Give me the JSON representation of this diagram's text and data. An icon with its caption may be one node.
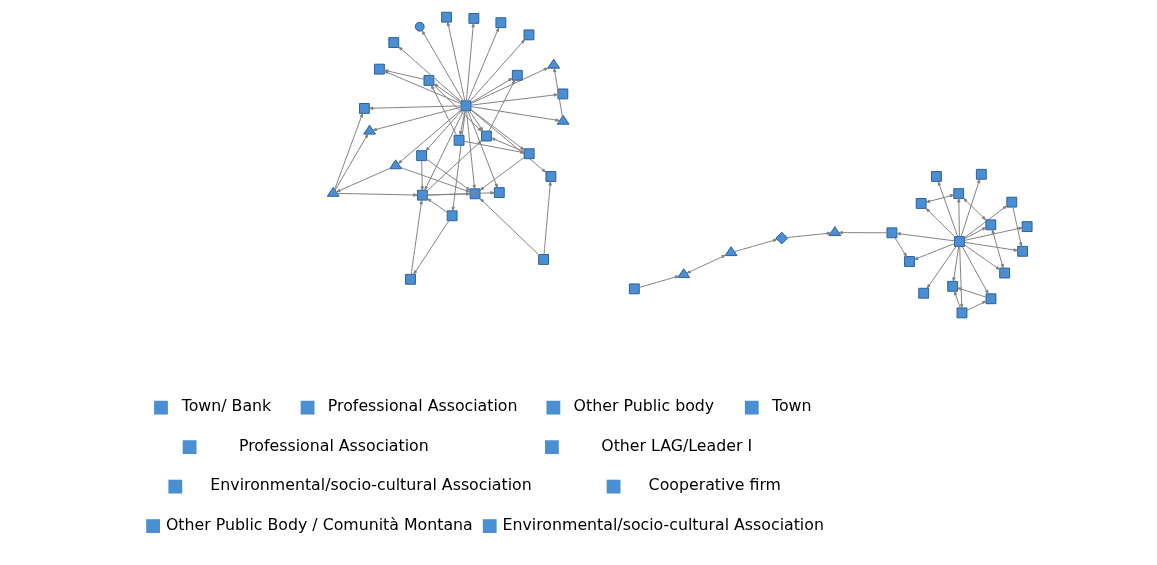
{
  "diagram": {
    "nodes": [
      {
        "text": [],
        "shape": "box"
      },
      {
        "text": [],
        "shape": "triangle"
      },
      {
        "text": [],
        "shape": "triangle"
      },
      {
        "text": [],
        "shape": "diamond"
      },
      {
        "text": [],
        "shape": "triangle"
      },
      {
        "text": [],
        "shape": "box"
      },
      {
        "text": [],
        "shape": "box"
      },
      {
        "text": [],
        "shape": "box"
      },
      {
        "text": [],
        "shape": "box"
      },
      {
        "text": [],
        "shape": "box"
      },
      {
        "text": [],
        "shape": "box"
      },
      {
        "text": [],
        "shape": "box"
      },
      {
        "text": [],
        "shape": "box"
      },
      {
        "text": [],
        "shape": "box"
      },
      {
        "text": [],
        "shape": "box"
      },
      {
        "text": [],
        "shape": "box"
      },
      {
        "text": [],
        "shape": "box"
      },
      {
        "text": [],
        "shape": "box"
      },
      {
        "text": [],
        "shape": "box"
      },
      {
        "text": [],
        "shape": "box"
      },
      {
        "text": [],
        "shape": "box"
      },
      {
        "text": [],
        "shape": "box"
      },
      {
        "text": [],
        "shape": "box"
      },
      {
        "text": [],
        "shape": "box"
      },
      {
        "text": [],
        "shape": "box"
      },
      {
        "text": [],
        "shape": "box"
      },
      {
        "text": [],
        "shape": "box"
      },
      {
        "text": [],
        "shape": "box"
      },
      {
        "text": [],
        "shape": "box"
      },
      {
        "text": [],
        "shape": "box"
      },
      {
        "text": [],
        "shape": "box"
      },
      {
        "text": [],
        "shape": "box"
      },
      {
        "text": [],
        "shape": "box"
      },
      {
        "text": [],
        "shape": "triangle"
      },
      {
        "text": [],
        "shape": "triangle"
      },
      {
        "text": [],
        "shape": "box"
      },
      {
        "text": [],
        "shape": "box"
      },
      {
        "text": [],
        "shape": "box"
      },
      {
        "text": [],
        "shape": "circle"
      },
      {
        "text": [],
        "shape": "box"
      },
      {
        "text": [],
        "shape": "box"
      },
      {
        "text": [],
        "shape": "box"
      },
      {
        "text": [],
        "shape": "triangle"
      },
      {
        "text": [],
        "shape": "box"
      },
      {
        "text": [],
        "shape": "box"
      },
      {
        "text": [],
        "shape": "box"
      },
      {
        "text": [],
        "shape": "triangle"
      },
      {
        "text": [],
        "shape": "triangle"
      },
      {
        "text": [],
        "shape": "box"
      }
    ],
    "edges": [
      {
        "from": 0,
        "to": 1,
        "arrow": "to"
      },
      {
        "from": 1,
        "to": 2,
        "arrow": "both"
      },
      {
        "from": 2,
        "to": 3,
        "arrow": "to"
      },
      {
        "from": 3,
        "to": 4,
        "arrow": "to"
      },
      {
        "from": 5,
        "to": 4,
        "arrow": "to"
      },
      {
        "from": 7,
        "to": 5,
        "arrow": "to"
      },
      {
        "from": 5,
        "to": 6,
        "arrow": "to"
      },
      {
        "from": 7,
        "to": 6,
        "arrow": "to"
      },
      {
        "from": 7,
        "to": 8,
        "arrow": "to"
      },
      {
        "from": 7,
        "to": 9,
        "arrow": "to"
      },
      {
        "from": 7,
        "to": 10,
        "arrow": "to"
      },
      {
        "from": 7,
        "to": 11,
        "arrow": "to"
      },
      {
        "from": 7,
        "to": 12,
        "arrow": "to"
      },
      {
        "from": 7,
        "to": 13,
        "arrow": "to"
      },
      {
        "from": 7,
        "to": 14,
        "arrow": "to"
      },
      {
        "from": 7,
        "to": 15,
        "arrow": "to"
      },
      {
        "from": 7,
        "to": 16,
        "arrow": "to"
      },
      {
        "from": 7,
        "to": 17,
        "arrow": "to"
      },
      {
        "from": 7,
        "to": 18,
        "arrow": "to"
      },
      {
        "from": 7,
        "to": 19,
        "arrow": "to"
      },
      {
        "from": 7,
        "to": 20,
        "arrow": "to"
      },
      {
        "from": 10,
        "to": 9,
        "arrow": "to"
      },
      {
        "from": 9,
        "to": 11,
        "arrow": "to"
      },
      {
        "from": 10,
        "to": 11,
        "arrow": "to"
      },
      {
        "from": 13,
        "to": 15,
        "arrow": "to"
      },
      {
        "from": 18,
        "to": 19,
        "arrow": "both"
      },
      {
        "from": 19,
        "to": 20,
        "arrow": "both"
      },
      {
        "from": 16,
        "to": 20,
        "arrow": "both"
      },
      {
        "from": 21,
        "to": 22,
        "arrow": "to"
      },
      {
        "from": 21,
        "to": 24,
        "arrow": "to"
      },
      {
        "from": 21,
        "to": 25,
        "arrow": "to"
      },
      {
        "from": 21,
        "to": 33,
        "arrow": "to"
      },
      {
        "from": 21,
        "to": 34,
        "arrow": "to"
      },
      {
        "from": 21,
        "to": 35,
        "arrow": "to"
      },
      {
        "from": 21,
        "to": 38,
        "arrow": "to"
      },
      {
        "from": 21,
        "to": 39,
        "arrow": "to"
      },
      {
        "from": 21,
        "to": 43,
        "arrow": "to"
      },
      {
        "from": 21,
        "to": 44,
        "arrow": "to"
      },
      {
        "from": 21,
        "to": 45,
        "arrow": "to"
      },
      {
        "from": 21,
        "to": 46,
        "arrow": "to"
      },
      {
        "from": 21,
        "to": 47,
        "arrow": "to"
      },
      {
        "from": 21,
        "to": 28,
        "arrow": "to"
      },
      {
        "from": 21,
        "to": 27,
        "arrow": "to"
      },
      {
        "from": 21,
        "to": 29,
        "arrow": "to"
      },
      {
        "from": 21,
        "to": 30,
        "arrow": "to"
      },
      {
        "from": 21,
        "to": 31,
        "arrow": "to"
      },
      {
        "from": 21,
        "to": 32,
        "arrow": "to"
      },
      {
        "from": 21,
        "to": 36,
        "arrow": "to"
      },
      {
        "from": 21,
        "to": 37,
        "arrow": "to"
      },
      {
        "from": 21,
        "to": 40,
        "arrow": "to"
      },
      {
        "from": 21,
        "to": 41,
        "arrow": "to"
      },
      {
        "from": 21,
        "to": 48,
        "arrow": "to"
      },
      {
        "from": 23,
        "to": 22,
        "arrow": "to"
      },
      {
        "from": 23,
        "to": 40,
        "arrow": "to"
      },
      {
        "from": 33,
        "to": 34,
        "arrow": "to"
      },
      {
        "from": 28,
        "to": 26,
        "arrow": "to"
      },
      {
        "from": 26,
        "to": 30,
        "arrow": "to"
      },
      {
        "from": 28,
        "to": 30,
        "arrow": "to"
      },
      {
        "from": 27,
        "to": 30,
        "arrow": "to"
      },
      {
        "from": 27,
        "to": 40,
        "arrow": "to"
      },
      {
        "from": 29,
        "to": 31,
        "arrow": "to"
      },
      {
        "from": 29,
        "to": 36,
        "arrow": "to"
      },
      {
        "from": 31,
        "to": 32,
        "arrow": "to"
      },
      {
        "from": 31,
        "to": 37,
        "arrow": "to"
      },
      {
        "from": 30,
        "to": 37,
        "arrow": "to"
      },
      {
        "from": 30,
        "to": 40,
        "arrow": "to"
      },
      {
        "from": 30,
        "to": 41,
        "arrow": "to"
      },
      {
        "from": 42,
        "to": 45,
        "arrow": "to"
      },
      {
        "from": 42,
        "to": 46,
        "arrow": "to"
      },
      {
        "from": 42,
        "to": 30,
        "arrow": "to"
      },
      {
        "from": 47,
        "to": 42,
        "arrow": "to"
      },
      {
        "from": 47,
        "to": 40,
        "arrow": "to"
      },
      {
        "from": 36,
        "to": 37,
        "arrow": "to"
      },
      {
        "from": 37,
        "to": 48,
        "arrow": "to"
      },
      {
        "from": 36,
        "to": 40,
        "arrow": "to"
      }
    ],
    "legend": [
      {
        "text": "Town/ Bank"
      },
      {
        "text": "Professional Association"
      },
      {
        "text": "Other Public body"
      },
      {
        "text": "Town"
      },
      {
        "text": "Professional Association"
      },
      {
        "text": "Other LAG/Leader I"
      },
      {
        "text": "Environmental/socio-cultural Association"
      },
      {
        "text": "Cooperative firm"
      },
      {
        "text": "Other Public Body / Comunità Montana"
      },
      {
        "text": "Environmental/socio-cultural Association"
      }
    ]
  }
}
